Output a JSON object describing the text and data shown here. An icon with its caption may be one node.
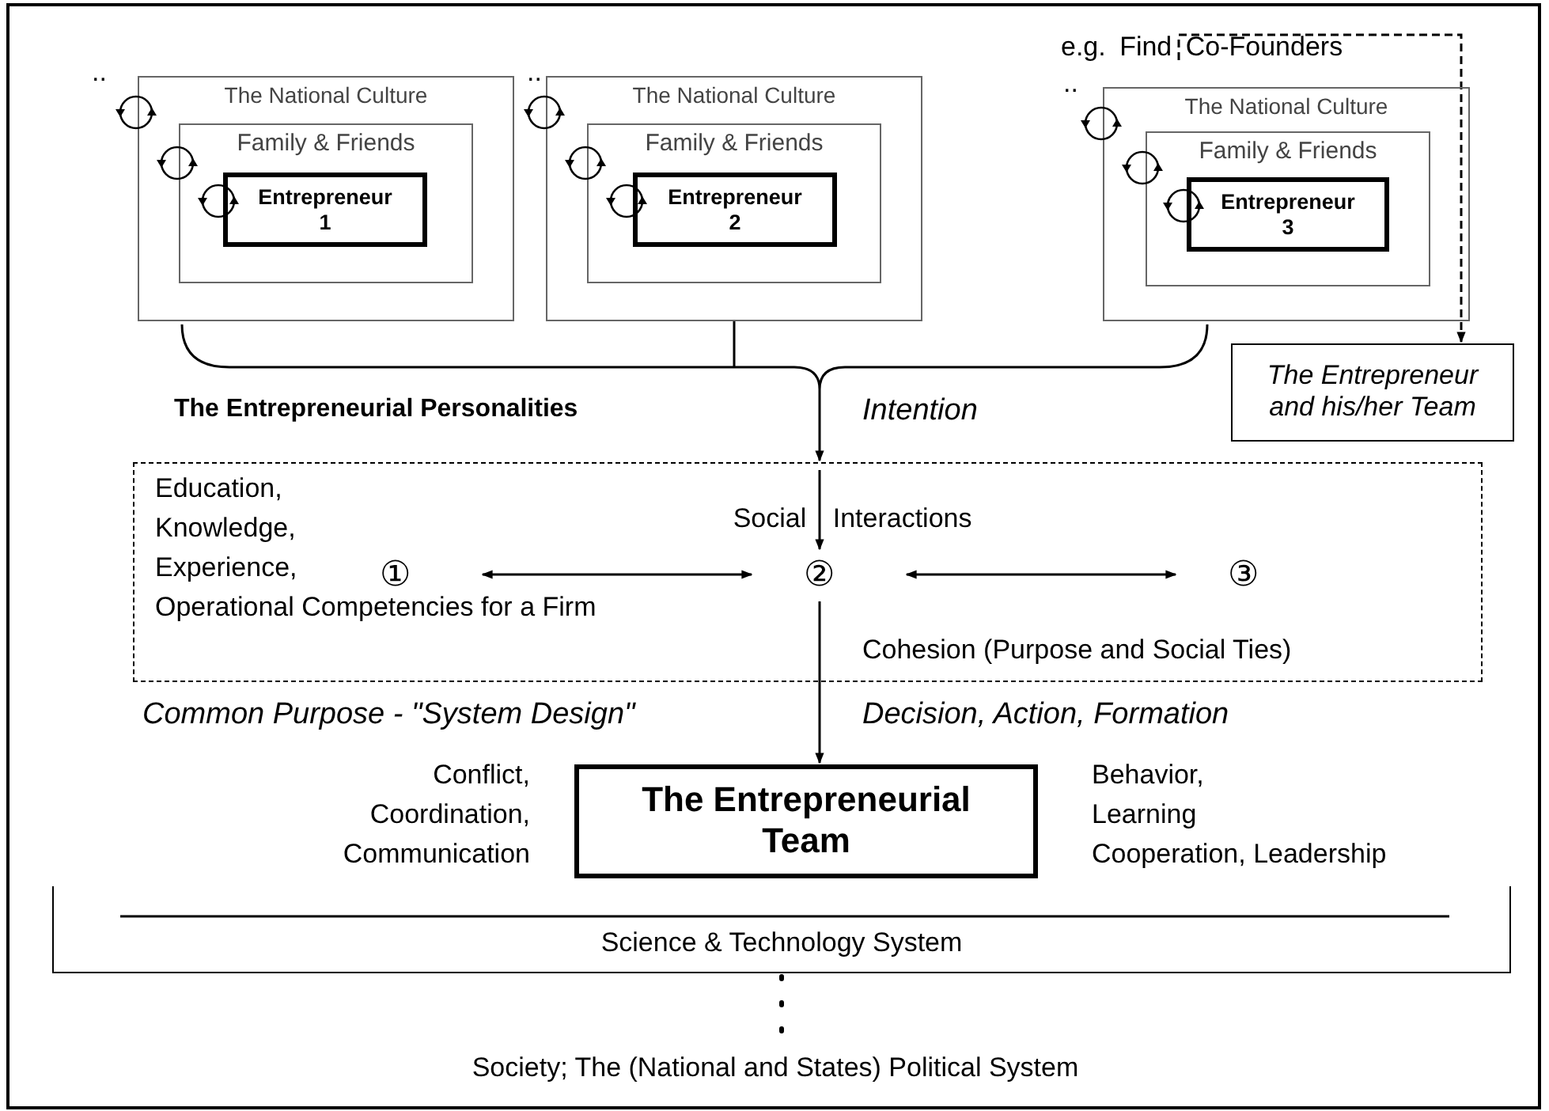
{
  "diagram": {
    "nodes": [
      {
        "text": [
          "The National Culture"
        ]
      },
      {
        "text": [
          "Family & Friends"
        ],
        "in": 0
      },
      {
        "text": [
          "Entrepreneur 1"
        ],
        "in": 1
      },
      {
        "text": [
          "The National Culture"
        ]
      },
      {
        "text": [
          "Family & Friends"
        ],
        "in": 3
      },
      {
        "text": [
          "Entrepreneur 2"
        ],
        "in": 4
      },
      {
        "text": [
          "The National Culture"
        ]
      },
      {
        "text": [
          "Family & Friends"
        ],
        "in": 6
      },
      {
        "text": [
          "Entrepreneur 3"
        ],
        "in": 7
      },
      {
        "text": [
          "The Entrepreneur and his/her Team"
        ]
      },
      {
        "text": [
          "Education,",
          "Knowledge,",
          "Experience,",
          "Operational Competencies for a Firm",
          "Cohesion (Purpose and Social Ties)"
        ]
      },
      {
        "text": [
          "①"
        ],
        "in": 10
      },
      {
        "text": [
          "②"
        ],
        "in": 10
      },
      {
        "text": [
          "③"
        ],
        "in": 10
      },
      {
        "text": [
          "The Entrepreneurial Team"
        ]
      },
      {
        "text": [
          "Science & Technology System"
        ]
      },
      {
        "text": [
          "Society; The (National and States) Political System"
        ]
      }
    ],
    "edges": [
      {
        "from": 0,
        "to": 10,
        "arrow": "to"
      },
      {
        "from": 3,
        "to": 10,
        "arrow": "to"
      },
      {
        "from": 6,
        "to": 10,
        "arrow": "to"
      },
      {
        "from": null,
        "to": 9,
        "arrow": "to",
        "style": "dashed",
        "label": "e.g. Find Co-Founders"
      },
      {
        "from": 10,
        "to": 12,
        "arrow": "to",
        "label": "Social Interactions"
      },
      {
        "from": 11,
        "to": 12,
        "arrow": "both"
      },
      {
        "from": 12,
        "to": 13,
        "arrow": "both"
      },
      {
        "from": 12,
        "to": 14,
        "arrow": "to"
      },
      {
        "from": 15,
        "to": 16,
        "arrow": "none",
        "style": "dashed"
      }
    ],
    "labels": [
      "..",
      "..",
      "..",
      "The Entrepreneurial Personalities",
      "Intention",
      "Common Purpose - \"System Design\"",
      "Decision, Action, Formation",
      "Conflict,",
      "Coordination,",
      "Communication",
      "Behavior,",
      "Learning",
      "Cooperation, Leadership"
    ]
  }
}
